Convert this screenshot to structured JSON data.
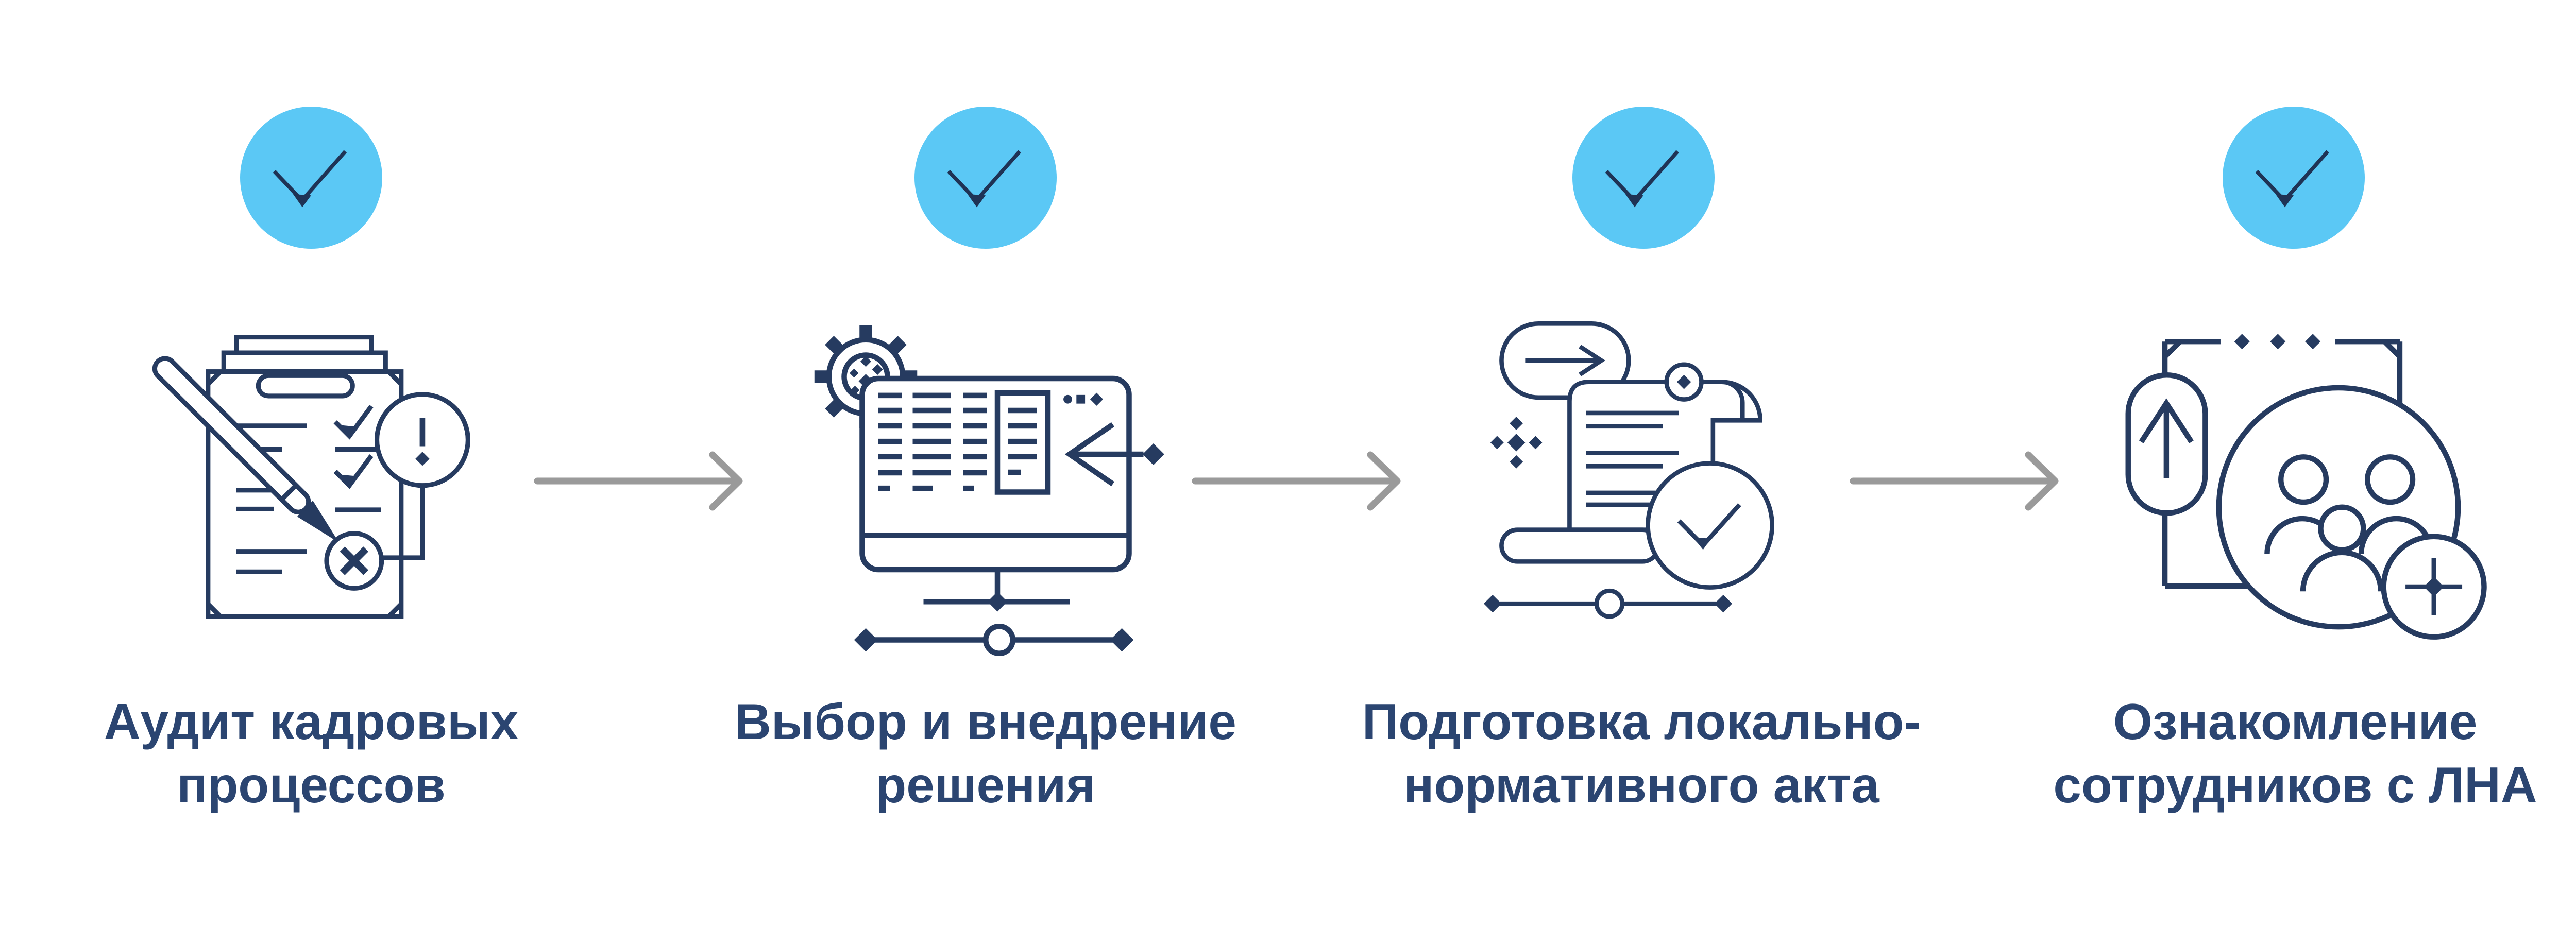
{
  "diagram": {
    "type": "process-flow",
    "background": "#ffffff",
    "colors": {
      "badge_fill": "#5BC8F5",
      "badge_check": "#1F3355",
      "line_art": "#263B60",
      "label_text": "#2B4571",
      "arrow_gray": "#9A9A9A"
    },
    "connector_icon": "arrow-right-icon",
    "steps": [
      {
        "status_icon": "check-badge-icon",
        "illustration_icon": "clipboard-audit-icon",
        "label_line1": "Аудит кадровых",
        "label_line2": "процессов"
      },
      {
        "status_icon": "check-badge-icon",
        "illustration_icon": "monitor-gear-icon",
        "label_line1": "Выбор и внедрение",
        "label_line2": "решения"
      },
      {
        "status_icon": "check-badge-icon",
        "illustration_icon": "document-scroll-check-icon",
        "label_line1": "Подготовка локально-",
        "label_line2": "нормативного акта"
      },
      {
        "status_icon": "check-badge-icon",
        "illustration_icon": "employees-group-icon",
        "label_line1": "Ознакомление",
        "label_line2": "сотрудников с ЛНА"
      }
    ]
  }
}
